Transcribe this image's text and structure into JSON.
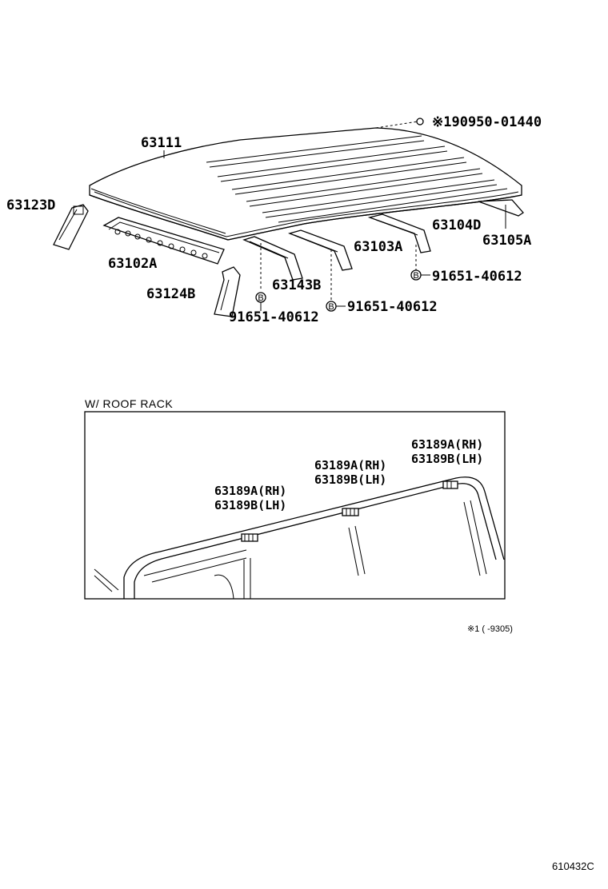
{
  "parts": {
    "roof_panel": "63111",
    "roof_rail_front_lh": "63123D",
    "roof_rail_inner": "63102A",
    "roof_rail_rear": "63124B",
    "roof_bow_1": "63143B",
    "roof_bow_2": "63103A",
    "roof_bow_3": "63104D",
    "roof_rail_side": "63105A",
    "plug": "※190950-01440",
    "bolt_1": "91651-40612",
    "bolt_2": "91651-40612",
    "bolt_3": "91651-40612",
    "bolt_marker": "B"
  },
  "inset": {
    "caption": "W/ ROOF  RACK",
    "callouts": [
      {
        "line1": "63189A(RH)",
        "line2": "63189B(LH)"
      },
      {
        "line1": "63189A(RH)",
        "line2": "63189B(LH)"
      },
      {
        "line1": "63189A(RH)",
        "line2": "63189B(LH)"
      }
    ]
  },
  "footnote": "※1 (     -9305)",
  "diagram_code": "610432C"
}
